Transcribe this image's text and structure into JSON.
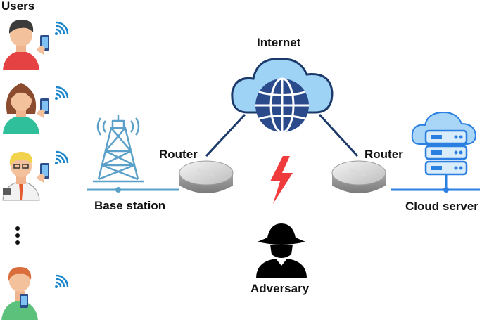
{
  "labels": {
    "users": "Users",
    "internet": "Internet",
    "router_left": "Router",
    "router_right": "Router",
    "base_station": "Base station",
    "cloud_server": "Cloud server",
    "adversary": "Adversary"
  },
  "colors": {
    "cloud_fill": "#9fd3f5",
    "cloud_stroke": "#1b3a6b",
    "globe_fill": "#2a4a8c",
    "tower": "#5aa0c8",
    "server_blue": "#2b7fe0",
    "lightning": "#ef3b3b",
    "adversary": "#000000",
    "router": "#c9c9c9"
  }
}
